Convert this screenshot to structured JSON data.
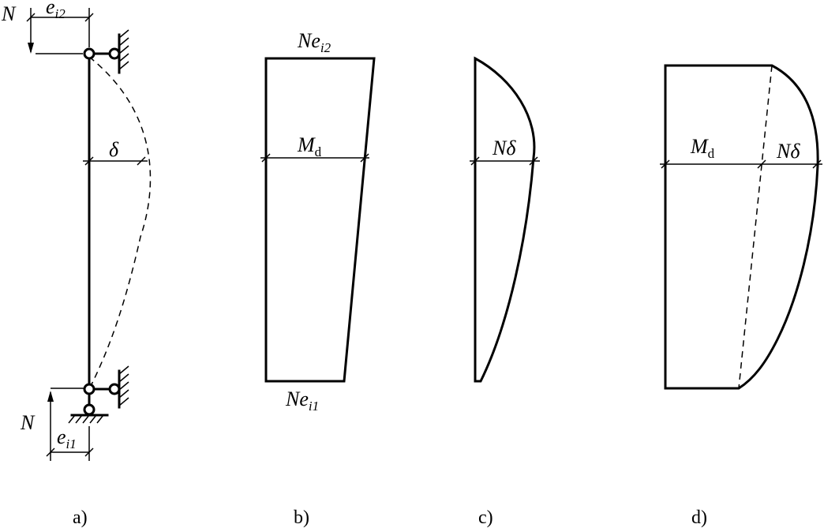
{
  "figure": {
    "panel_a": {
      "caption": "a)",
      "load_top": "N",
      "ecc_top": {
        "base": "e",
        "sub": "i2"
      },
      "deflection": "δ",
      "load_bottom": "N",
      "ecc_bottom": {
        "base": "e",
        "sub": "i1"
      }
    },
    "panel_b": {
      "caption": "b)",
      "top": {
        "base": "Ne",
        "sub": "i2"
      },
      "mid": {
        "base": "M",
        "sub": "d"
      },
      "bottom": {
        "base": "Ne",
        "sub": "i1"
      }
    },
    "panel_c": {
      "caption": "c)",
      "mid": "Nδ"
    },
    "panel_d": {
      "caption": "d)",
      "mid_left": {
        "base": "M",
        "sub": "d"
      },
      "mid_right": "Nδ"
    }
  }
}
